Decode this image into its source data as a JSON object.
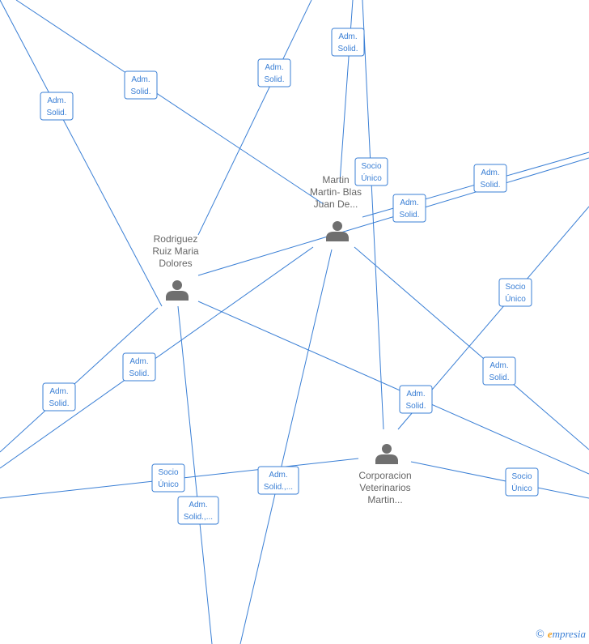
{
  "nodes": [
    {
      "id": "martin",
      "name": [
        "Martin",
        "Martin- Blas",
        "Juan De..."
      ]
    },
    {
      "id": "rodriguez",
      "name": [
        "Rodriguez",
        "Ruiz Maria",
        "Dolores"
      ]
    },
    {
      "id": "corporacion",
      "name": [
        "Corporacion",
        "Veterinarios",
        "Martin..."
      ]
    }
  ],
  "edge_labels": [
    {
      "id": "l1",
      "lines": [
        "Adm.",
        "Solid."
      ]
    },
    {
      "id": "l2",
      "lines": [
        "Adm.",
        "Solid."
      ]
    },
    {
      "id": "l3",
      "lines": [
        "Adm.",
        "Solid."
      ]
    },
    {
      "id": "l4",
      "lines": [
        "Adm.",
        "Solid."
      ]
    },
    {
      "id": "l5",
      "lines": [
        "Socio",
        "Único"
      ]
    },
    {
      "id": "l6",
      "lines": [
        "Adm.",
        "Solid."
      ]
    },
    {
      "id": "l7",
      "lines": [
        "Adm.",
        "Solid."
      ]
    },
    {
      "id": "l8",
      "lines": [
        "Socio",
        "Único"
      ]
    },
    {
      "id": "l9",
      "lines": [
        "Adm.",
        "Solid."
      ]
    },
    {
      "id": "l10",
      "lines": [
        "Adm.",
        "Solid."
      ]
    },
    {
      "id": "l11",
      "lines": [
        "Adm.",
        "Solid."
      ]
    },
    {
      "id": "l12",
      "lines": [
        "Adm.",
        "Solid."
      ]
    },
    {
      "id": "l13",
      "lines": [
        "Socio",
        "Único"
      ]
    },
    {
      "id": "l14",
      "lines": [
        "Adm.",
        "Solid.,..."
      ]
    },
    {
      "id": "l15",
      "lines": [
        "Socio",
        "Único"
      ]
    },
    {
      "id": "l16",
      "lines": [
        "Adm.",
        "Solid.,..."
      ]
    }
  ],
  "brand": {
    "copyright": "©",
    "e": "e",
    "rest": "mpresia"
  },
  "colors": {
    "edge": "#3a7fd5",
    "node_icon": "#6f6f6f",
    "node_text": "#666666"
  }
}
